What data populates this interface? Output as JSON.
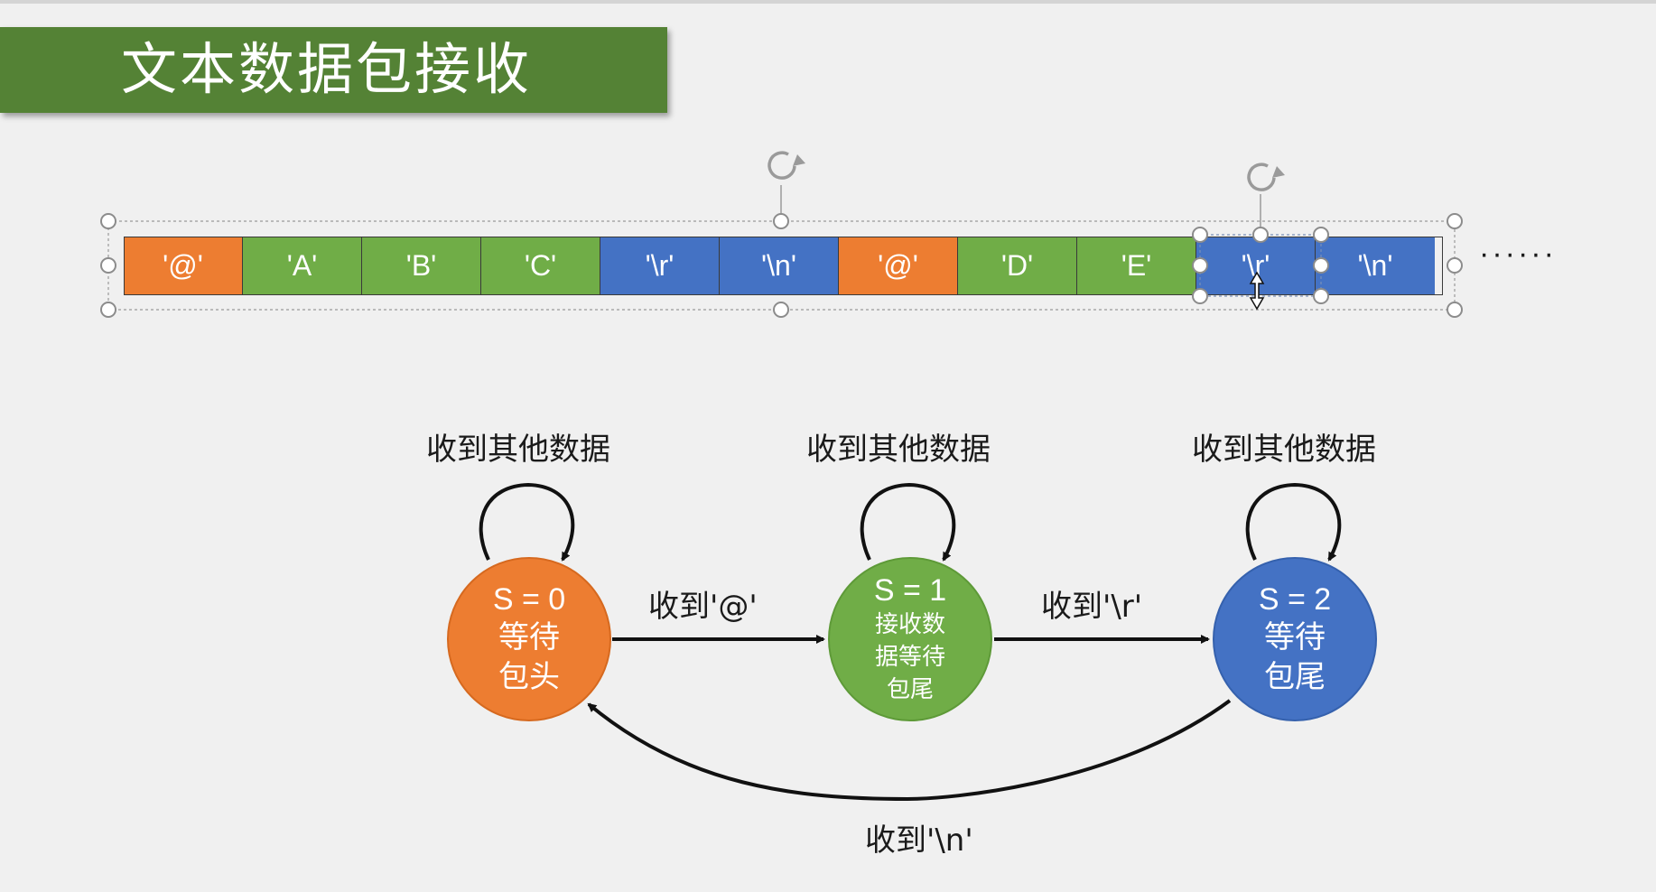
{
  "title": "文本数据包接收",
  "colors": {
    "orange": "#ed7d31",
    "green": "#70ad47",
    "blue": "#4472c4",
    "title_green": "#548235"
  },
  "packet_bytes": [
    {
      "label": "'@'",
      "color": "#ed7d31"
    },
    {
      "label": "'A'",
      "color": "#70ad47"
    },
    {
      "label": "'B'",
      "color": "#70ad47"
    },
    {
      "label": "'C'",
      "color": "#70ad47"
    },
    {
      "label": "'\\r'",
      "color": "#4472c4"
    },
    {
      "label": "'\\n'",
      "color": "#4472c4"
    },
    {
      "label": "'@'",
      "color": "#ed7d31"
    },
    {
      "label": "'D'",
      "color": "#70ad47"
    },
    {
      "label": "'E'",
      "color": "#70ad47"
    },
    {
      "label": "'\\r'",
      "color": "#4472c4"
    },
    {
      "label": "'\\n'",
      "color": "#4472c4"
    }
  ],
  "ellipsis": "······",
  "states": [
    {
      "eq": "S = 0",
      "desc": "等待\n包头",
      "color": "#ed7d31",
      "self_loop": "收到其他数据"
    },
    {
      "eq": "S = 1",
      "desc": "接收数\n据等待\n包尾",
      "color": "#70ad47",
      "self_loop": "收到其他数据"
    },
    {
      "eq": "S = 2",
      "desc": "等待\n包尾",
      "color": "#4472c4",
      "self_loop": "收到其他数据"
    }
  ],
  "transitions": {
    "s0_to_s1": "收到'@'",
    "s1_to_s2": "收到'\\r'",
    "s2_to_s0": "收到'\\n'"
  }
}
